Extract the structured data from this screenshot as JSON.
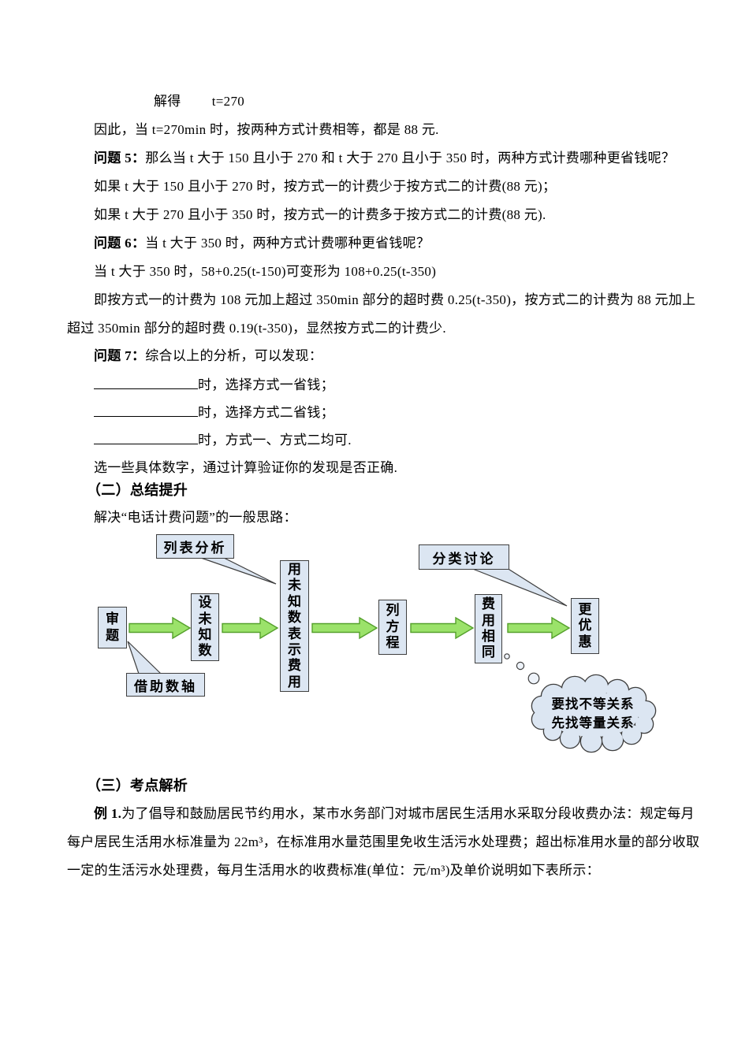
{
  "doc": {
    "lines": [
      {
        "text": "解得　　 t=270"
      },
      {
        "text": "因此，当 t=270min 时，按两种方式计费相等，都是 88 元."
      },
      {
        "prefix": "问题 5：",
        "text": "那么当 t 大于 150 且小于 270 和 t 大于 270 且小于 350 时，两种方式计费哪种更省钱呢？"
      },
      {
        "text": "如果 t 大于 150 且小于 270 时，按方式一的计费少于按方式二的计费(88 元)；"
      },
      {
        "text": "如果 t 大于 270 且小于 350 时，按方式一的计费多于按方式二的计费(88 元)."
      },
      {
        "prefix": "问题 6：",
        "text": "当 t 大于 350 时，两种方式计费哪种更省钱呢？"
      },
      {
        "text": "当 t 大于 350 时，58+0.25(t-150)可变形为 108+0.25(t-350)"
      },
      {
        "text": "即按方式一的计费为 108 元加上超过 350min 部分的超时费 0.25(t-350)，按方式二的计费为 88 元加上"
      },
      {
        "text": "超过 350min 部分的超时费 0.19(t-350)，显然按方式二的计费少."
      },
      {
        "prefix": "问题 7：",
        "text": "综合以上的分析，可以发现："
      },
      {
        "text": "时，选择方式一省钱；"
      },
      {
        "text": "时，选择方式二省钱；"
      },
      {
        "text": "时，方式一、方式二均可."
      },
      {
        "text": "选一些具体数字，通过计算验证你的发现是否正确."
      },
      {
        "text": "（二）总结提升"
      },
      {
        "text": "解决“电话计费问题”的一般思路："
      },
      {
        "text": "（三）考点解析"
      },
      {
        "prefix": "例 1.",
        "text": "为了倡导和鼓励居民节约用水，某市水务部门对城市居民生活用水采取分段收费办法：规定每月"
      },
      {
        "text": "每户居民生活用水标准量为 22m³，在标准用水量范围里免收生活污水处理费；超出标准用水量的部分收取"
      },
      {
        "text": "一定的生活污水处理费，每月生活用水的收费标准(单位：元/m³)及单价说明如下表所示："
      }
    ]
  },
  "diagram": {
    "boxes": [
      "审题",
      "设未知数",
      "用未知数表示费用",
      "列方程",
      "费用相同",
      "更优惠"
    ],
    "callouts": [
      "列表分析",
      "分类讨论",
      "借助数轴"
    ],
    "cloud_lines": [
      "要找不等关系",
      "先找等量关系"
    ],
    "colors": {
      "box_fill": "#dce6f2",
      "box_border": "#3f3f3f",
      "arrow_fill": "#9be26a",
      "arrow_border": "#55a02c"
    }
  }
}
